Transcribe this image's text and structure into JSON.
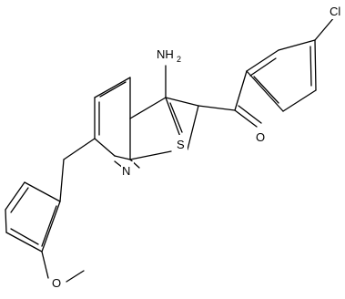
{
  "molecule": {
    "labels": {
      "amino": {
        "main": "NH",
        "sub": "2"
      },
      "chloro": "Cl",
      "carbonyl_oxygen": "O",
      "thiophene_sulfur": "S",
      "pyridine_nitrogen": "N",
      "methoxy_oxygen": "O"
    }
  }
}
